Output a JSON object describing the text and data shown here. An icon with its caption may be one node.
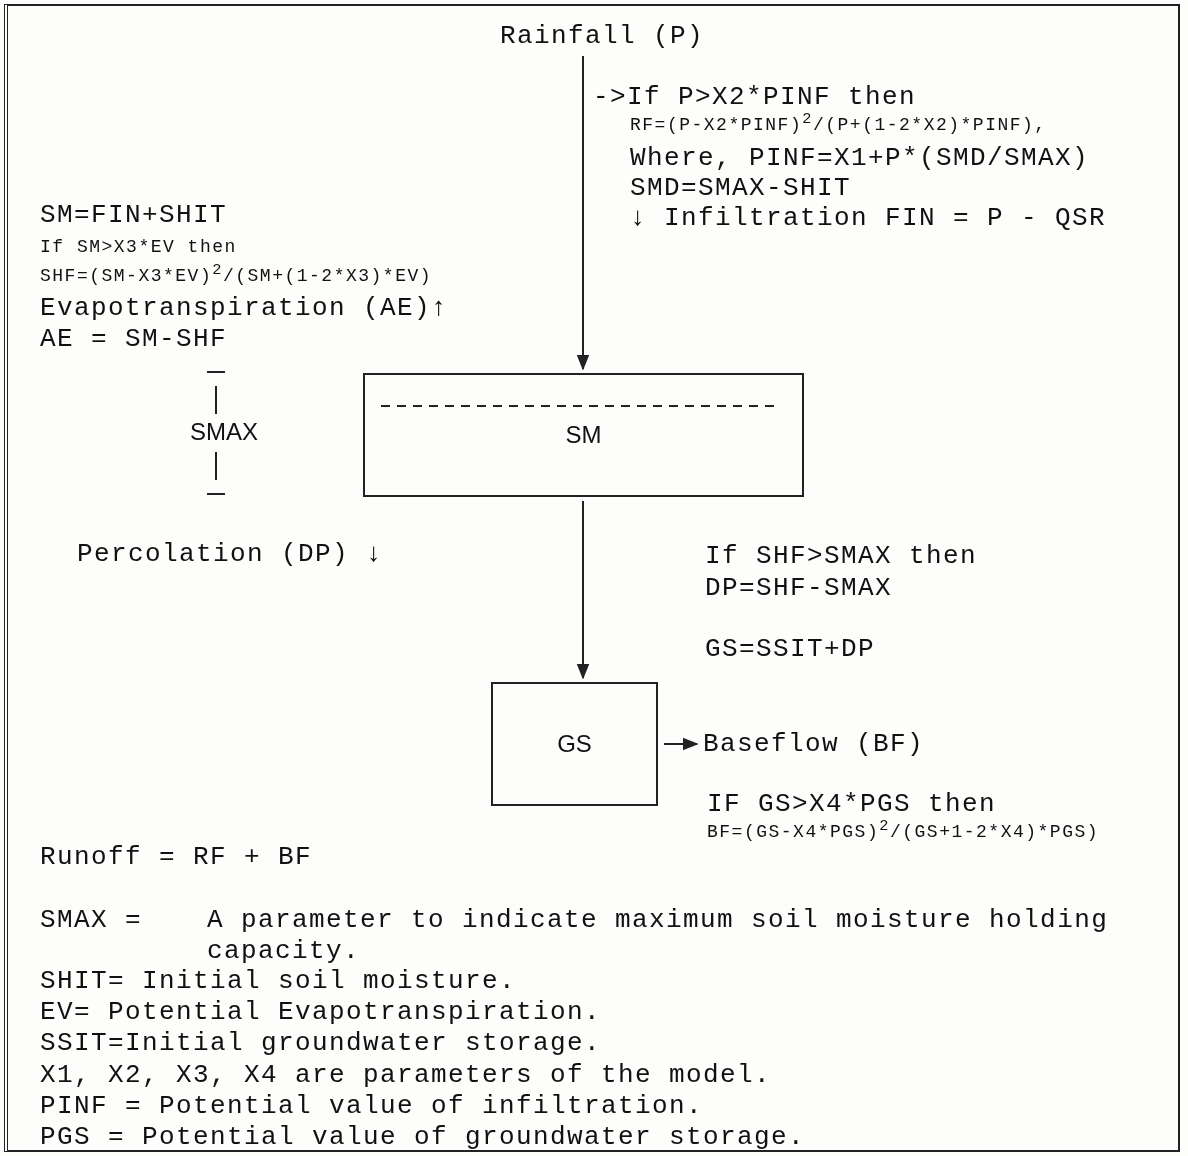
{
  "diagram": {
    "nodes": [
      {
        "text": [
          "Rainfall (P)"
        ]
      },
      {
        "text": [
          "SM"
        ]
      },
      {
        "text": [
          "GS"
        ]
      },
      {
        "text": [
          "Baseflow (BF)"
        ]
      }
    ],
    "edges": [
      {
        "from": 0,
        "to": 1,
        "arrow": "to"
      },
      {
        "from": 1,
        "to": 2,
        "arrow": "to"
      },
      {
        "from": 2,
        "to": 3,
        "arrow": "to"
      }
    ],
    "labels": [
      "->If P>X2*PINF then",
      "RF=(P-X2*PINF)$^{2}$/(P+(1-2*X2)*PINF),",
      "Where, PINF=X1+P*(SMD/SMAX)",
      "SMD=SMAX-SHIT",
      "↓ Infiltration FIN = P - QSR",
      "SM=FIN+SHIT",
      "If SM>X3*EV then",
      "SHF=(SM-X3*EV)$^{2}$/(SM+(1-2*X3)*EV)",
      "Evapotranspiration (AE)↑",
      "AE = SM-SHF",
      "SMAX",
      "Percolation (DP) ↓",
      "If SHF>SMAX then",
      "DP=SHF-SMAX",
      "GS=SSIT+DP",
      "IF GS>X4*PGS then",
      "BF=(GS-X4*PGS)$^{2}$/(GS+1-2*X4)*PGS)",
      "Runoff = RF + BF",
      "SMAX =",
      "A parameter to indicate maximum soil moisture holding capacity.",
      "SHIT= Initial soil moisture.",
      "EV= Potential Evapotranspiration.",
      "SSIT=Initial groundwater storage.",
      "X1, X2, X3, X4 are parameters of the model.",
      "PINF = Potential value of infiltration.",
      "PGS = Potential value of groundwater storage."
    ]
  }
}
